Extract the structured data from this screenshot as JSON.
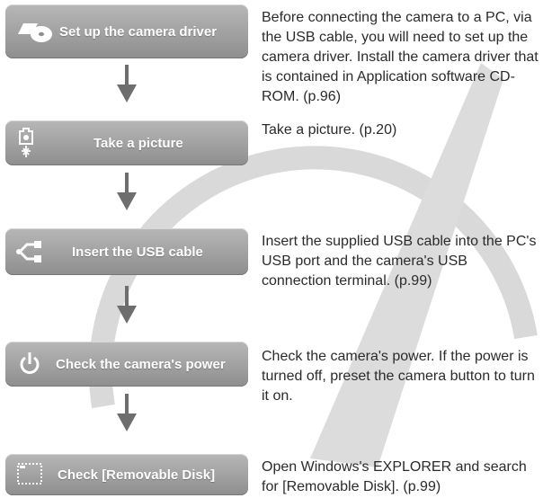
{
  "steps": [
    {
      "label": "Set up the camera driver",
      "icon": "cd-disc-icon",
      "description": "Before connecting the camera to a PC, via the USB cable, you will need to set up the camera driver. Install the camera driver that is contained in Application software CD-ROM. (p.96)"
    },
    {
      "label": "Take a picture",
      "icon": "camera-capture-icon",
      "description": "Take a picture. (p.20)"
    },
    {
      "label": "Insert the USB cable",
      "icon": "usb-cable-icon",
      "description": "Insert the supplied USB cable into the PC's USB port and the camera's USB connection terminal. (p.99)"
    },
    {
      "label": "Check the camera's power",
      "icon": "power-icon",
      "description": "Check the camera's power. If the power is turned off, preset the camera button to turn it on."
    },
    {
      "label": "Check [Removable Disk]",
      "icon": "removable-disk-icon",
      "description": "Open Windows's EXPLORER and search for [Removable Disk]. (p.99)"
    }
  ],
  "colors": {
    "step_box": "#a3a3a3",
    "arrow": "#6e6e6e",
    "background_ring": "#d9d9d9"
  }
}
